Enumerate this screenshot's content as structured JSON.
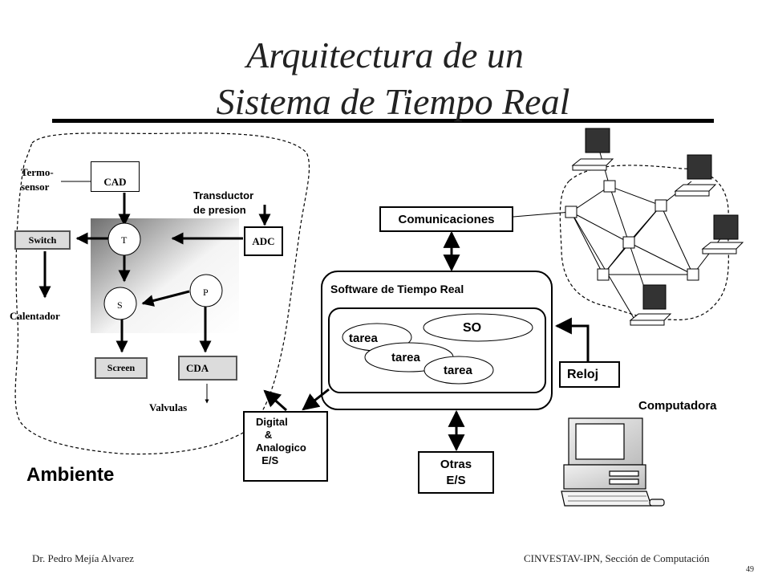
{
  "title": {
    "line1": "Arquitectura de un",
    "line2": "Sistema de Tiempo Real"
  },
  "environment": {
    "termo_sensor": "Termo-\nsensor",
    "cad": "CAD",
    "transductor": "Transductor\nde presion",
    "switch": "Switch",
    "adc": "ADC",
    "node_t": "T",
    "node_s": "S",
    "node_p": "P",
    "calentador": "Calentador",
    "screen": "Screen",
    "cda": "CDA",
    "valvulas": "Valvulas",
    "label": "Ambiente"
  },
  "software": {
    "comunicaciones": "Comunicaciones",
    "title": "Software de Tiempo Real",
    "tarea1": "tarea",
    "so": "SO",
    "tarea2": "tarea",
    "tarea3": "tarea",
    "reloj": "Reloj",
    "digital": "Digital\n   &\nAnalogico\n  E/S",
    "otras": "Otras\nE/S",
    "computadora": "Computadora"
  },
  "footer": {
    "author": "Dr. Pedro Mejía Alvarez",
    "institution": "CINVESTAV-IPN, Sección de Computación",
    "page": "49"
  },
  "colors": {
    "gradient_dark": "#6e6e6e",
    "gradient_light": "#ffffff",
    "monitor": "#333333",
    "label_gray": "#dcdcdc"
  }
}
